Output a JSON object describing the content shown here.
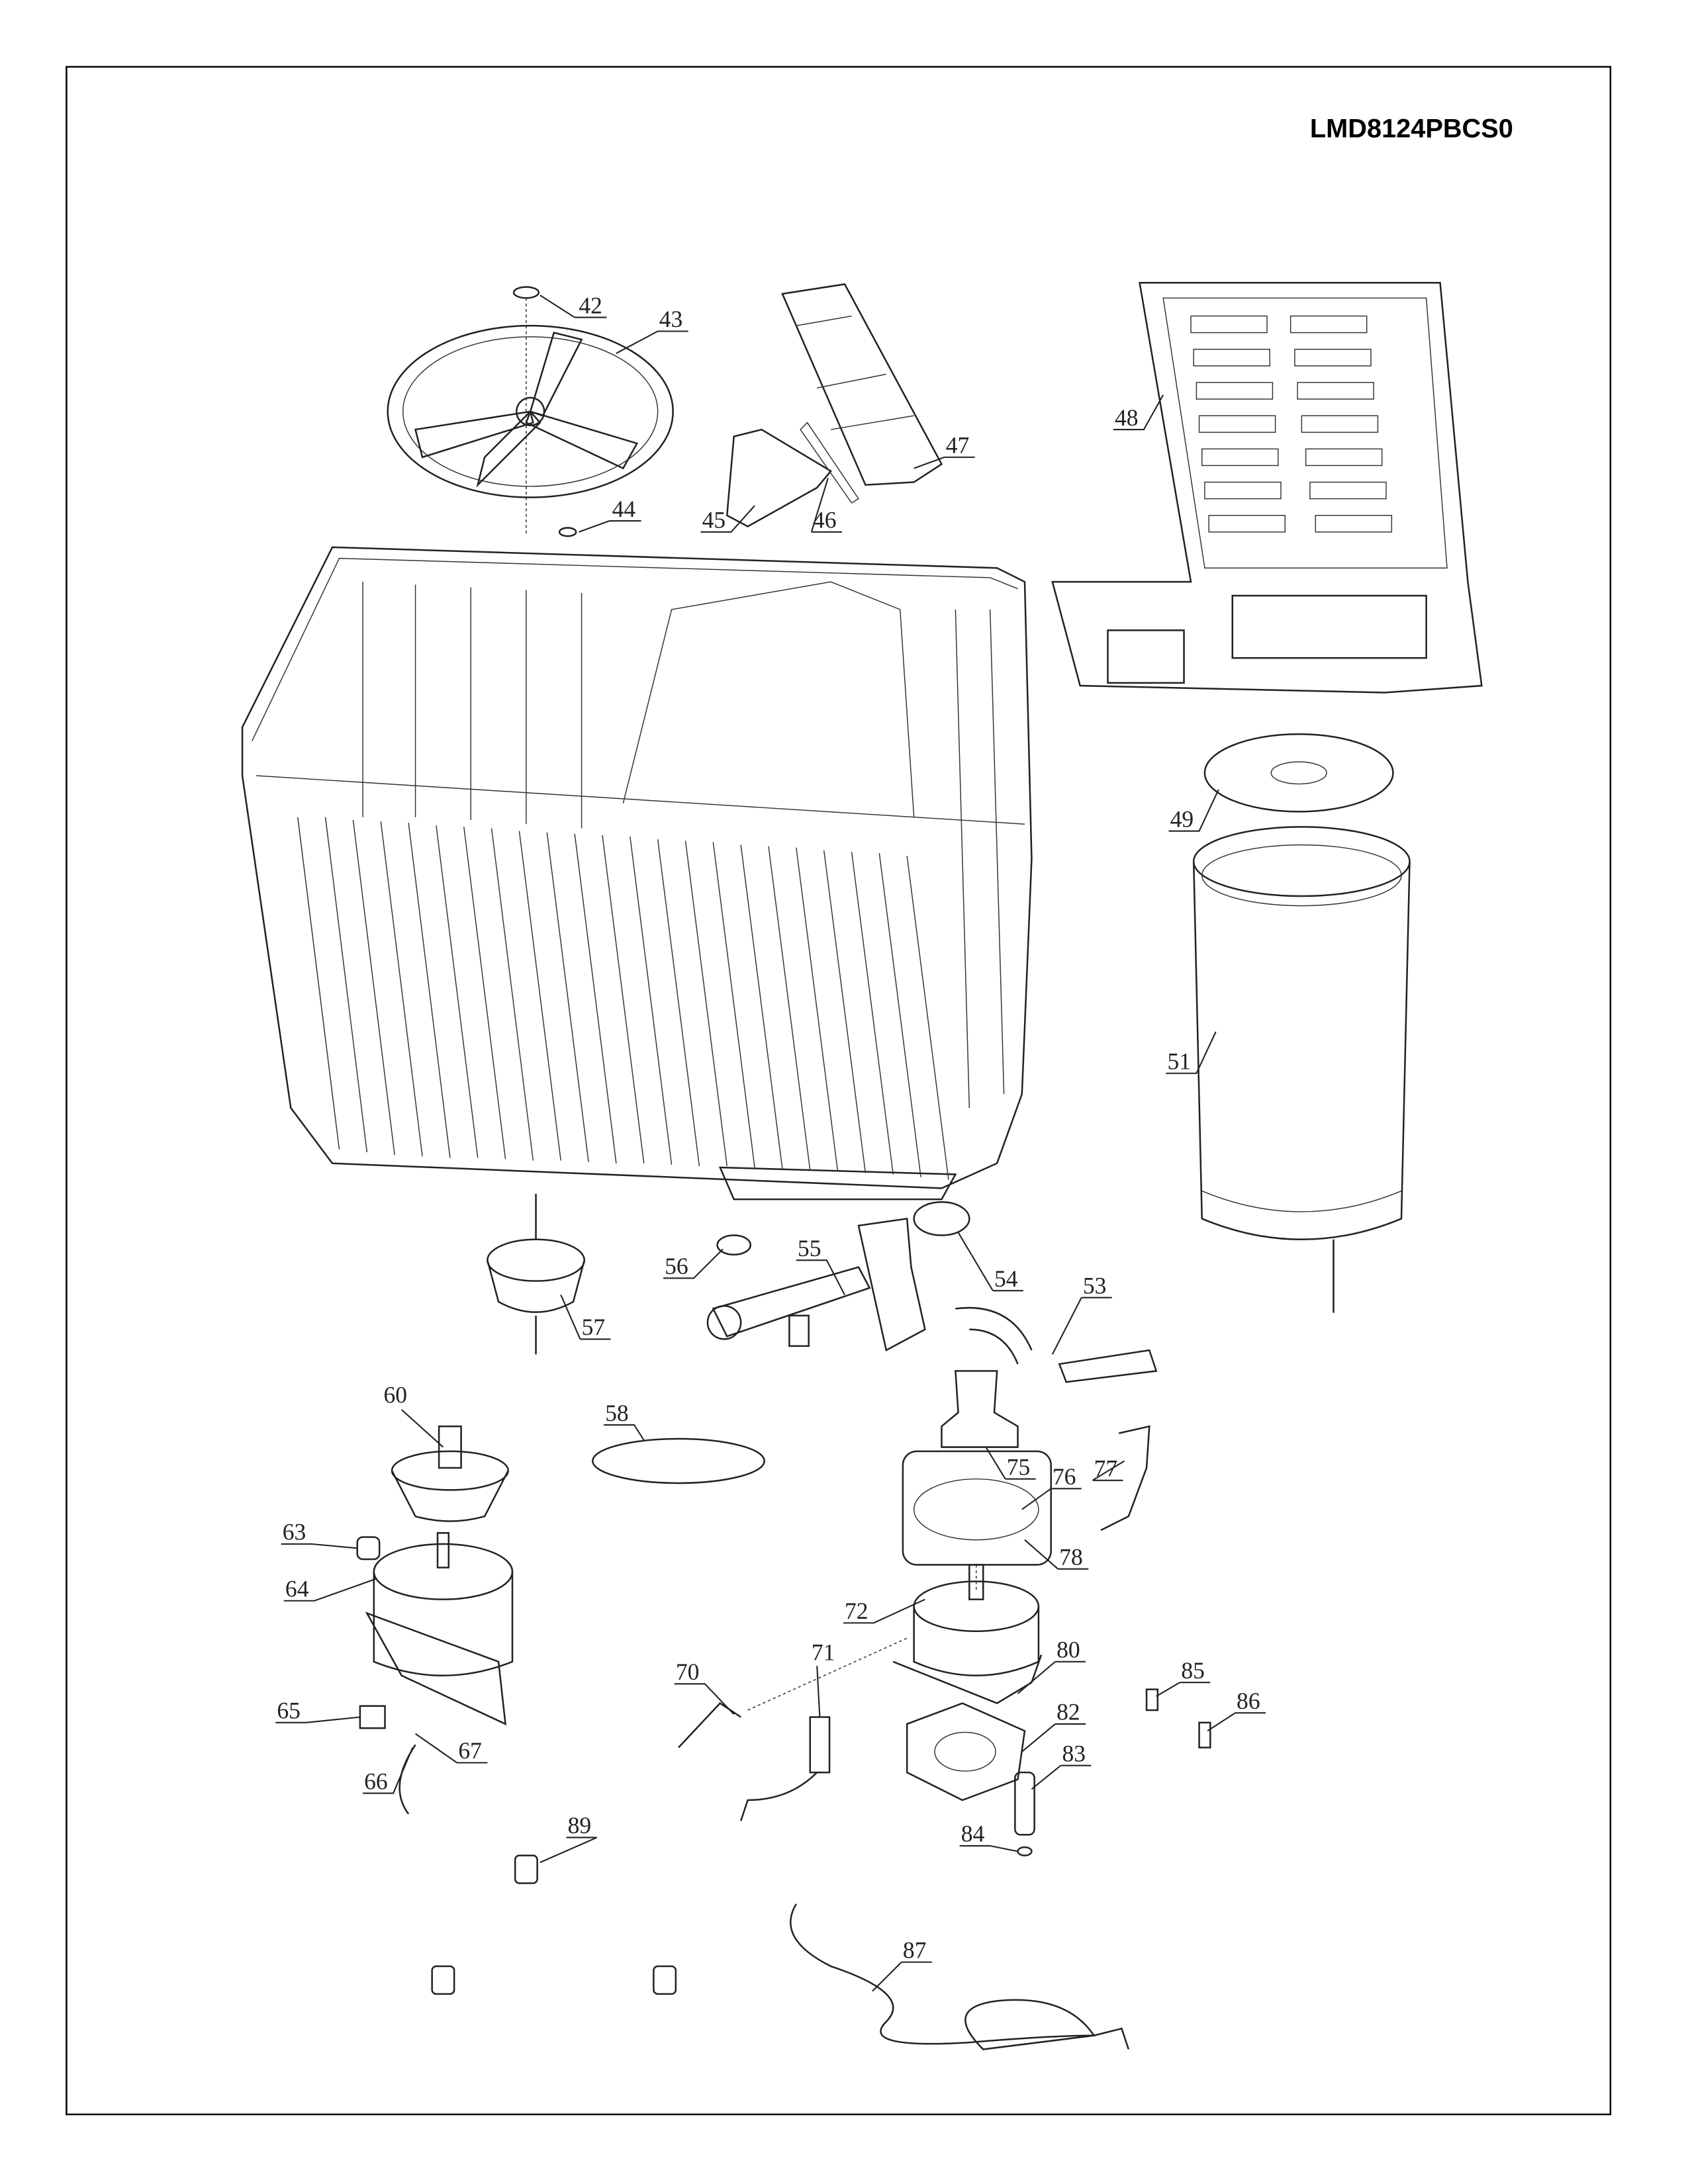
{
  "title": "LMD8124PBCS0",
  "callouts": {
    "c42": "42",
    "c43": "43",
    "c44": "44",
    "c45": "45",
    "c46": "46",
    "c47": "47",
    "c48": "48",
    "c49": "49",
    "c51": "51",
    "c53": "53",
    "c54": "54",
    "c55": "55",
    "c56": "56",
    "c57": "57",
    "c58": "58",
    "c60": "60",
    "c63": "63",
    "c64": "64",
    "c65": "65",
    "c66": "66",
    "c67": "67",
    "c70": "70",
    "c71": "71",
    "c72": "72",
    "c75": "75",
    "c76": "76",
    "c77": "77",
    "c78": "78",
    "c80": "80",
    "c82": "82",
    "c83": "83",
    "c84": "84",
    "c85": "85",
    "c86": "86",
    "c87": "87",
    "c89": "89"
  }
}
